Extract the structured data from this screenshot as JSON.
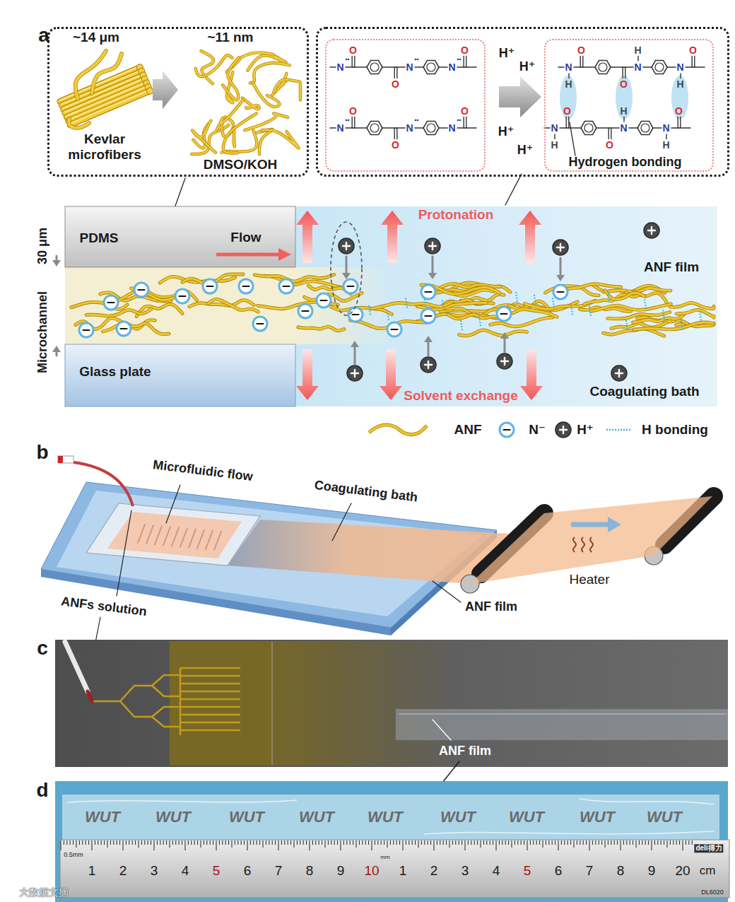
{
  "diagram": {
    "nodes": [
      {
        "text": [
          "~14 μm",
          "~11 nm",
          "Kevlar microfibers",
          "DMSO/KOH"
        ]
      },
      {
        "text": [
          "H⁺",
          "H⁺",
          "H⁺",
          "H⁺"
        ]
      },
      {
        "text": [
          "N",
          "O",
          "O",
          "N",
          "N",
          "O",
          "N",
          "O",
          "O",
          "N",
          "N",
          "O"
        ],
        "in": 1
      },
      {
        "text": [
          "N",
          "H",
          "O",
          "O",
          "N",
          "H",
          "N",
          "H",
          "O",
          "N",
          "H",
          "O",
          "O",
          "N",
          "H",
          "N",
          "H",
          "O",
          "Hydrogen bonding"
        ],
        "in": 1
      },
      {
        "text": [
          "PDMS",
          "Flow"
        ]
      },
      {
        "text": [
          "Glass plate"
        ]
      },
      {
        "text": [
          "Protonation",
          "ANF film",
          "Solvent exchange",
          "Coagulating bath"
        ]
      }
    ],
    "labels": [
      "a",
      "30 μm",
      "Microchannel",
      "b",
      "Microfluidic flow",
      "Coagulating bath",
      "ANFs solution",
      "ANF film",
      "Heater",
      "c",
      "ANF film",
      "d",
      "WUT",
      "WUT",
      "WUT",
      "WUT",
      "WUT",
      "WUT",
      "WUT",
      "WUT",
      "WUT",
      "0.5mm",
      "1",
      "2",
      "3",
      "4",
      "5",
      "6",
      "7",
      "8",
      "9",
      "10",
      "mm",
      "1",
      "2",
      "3",
      "4",
      "5",
      "6",
      "7",
      "8",
      "9",
      "20",
      "cm",
      "deli得力",
      "DL6020",
      "大数据文摘"
    ],
    "legend": [
      {
        "text": "ANF"
      },
      {
        "text": "N⁻"
      },
      {
        "text": "H⁺"
      },
      {
        "text": "H bonding"
      }
    ]
  }
}
